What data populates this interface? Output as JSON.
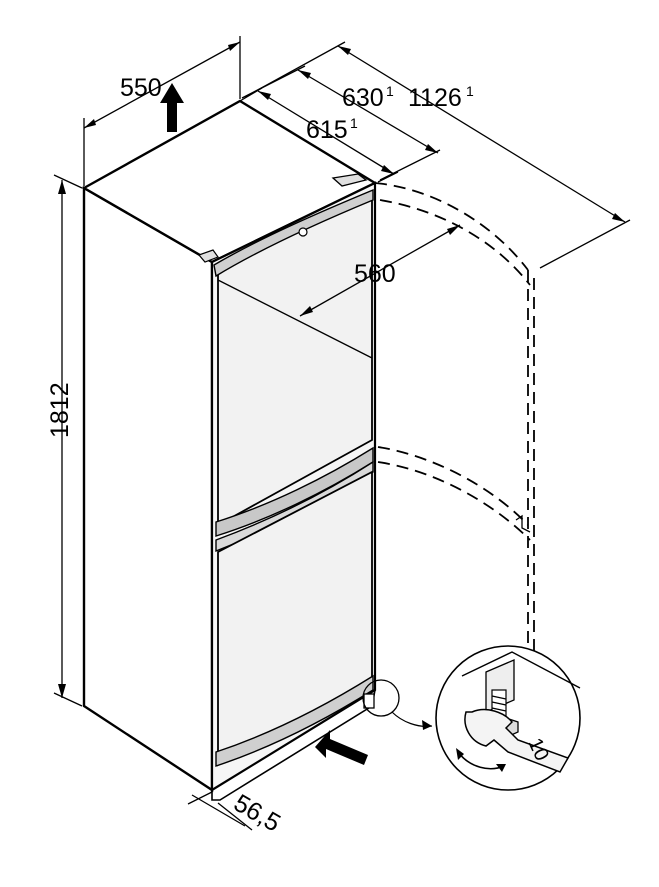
{
  "dimensions": {
    "width_top": "550",
    "depth_630": "630",
    "depth_630_note": "1",
    "depth_1126": "1126",
    "depth_1126_note": "1",
    "depth_615": "615",
    "depth_615_note": "1",
    "door_width": "560",
    "height": "1812",
    "plinth": "56,5"
  },
  "detail": {
    "wrench_size": "10"
  },
  "icons": {
    "up_arrow": "airflow-up-arrow-icon",
    "in_arrow": "airflow-in-arrow-icon",
    "rotate": "rotate-arrows-icon"
  }
}
